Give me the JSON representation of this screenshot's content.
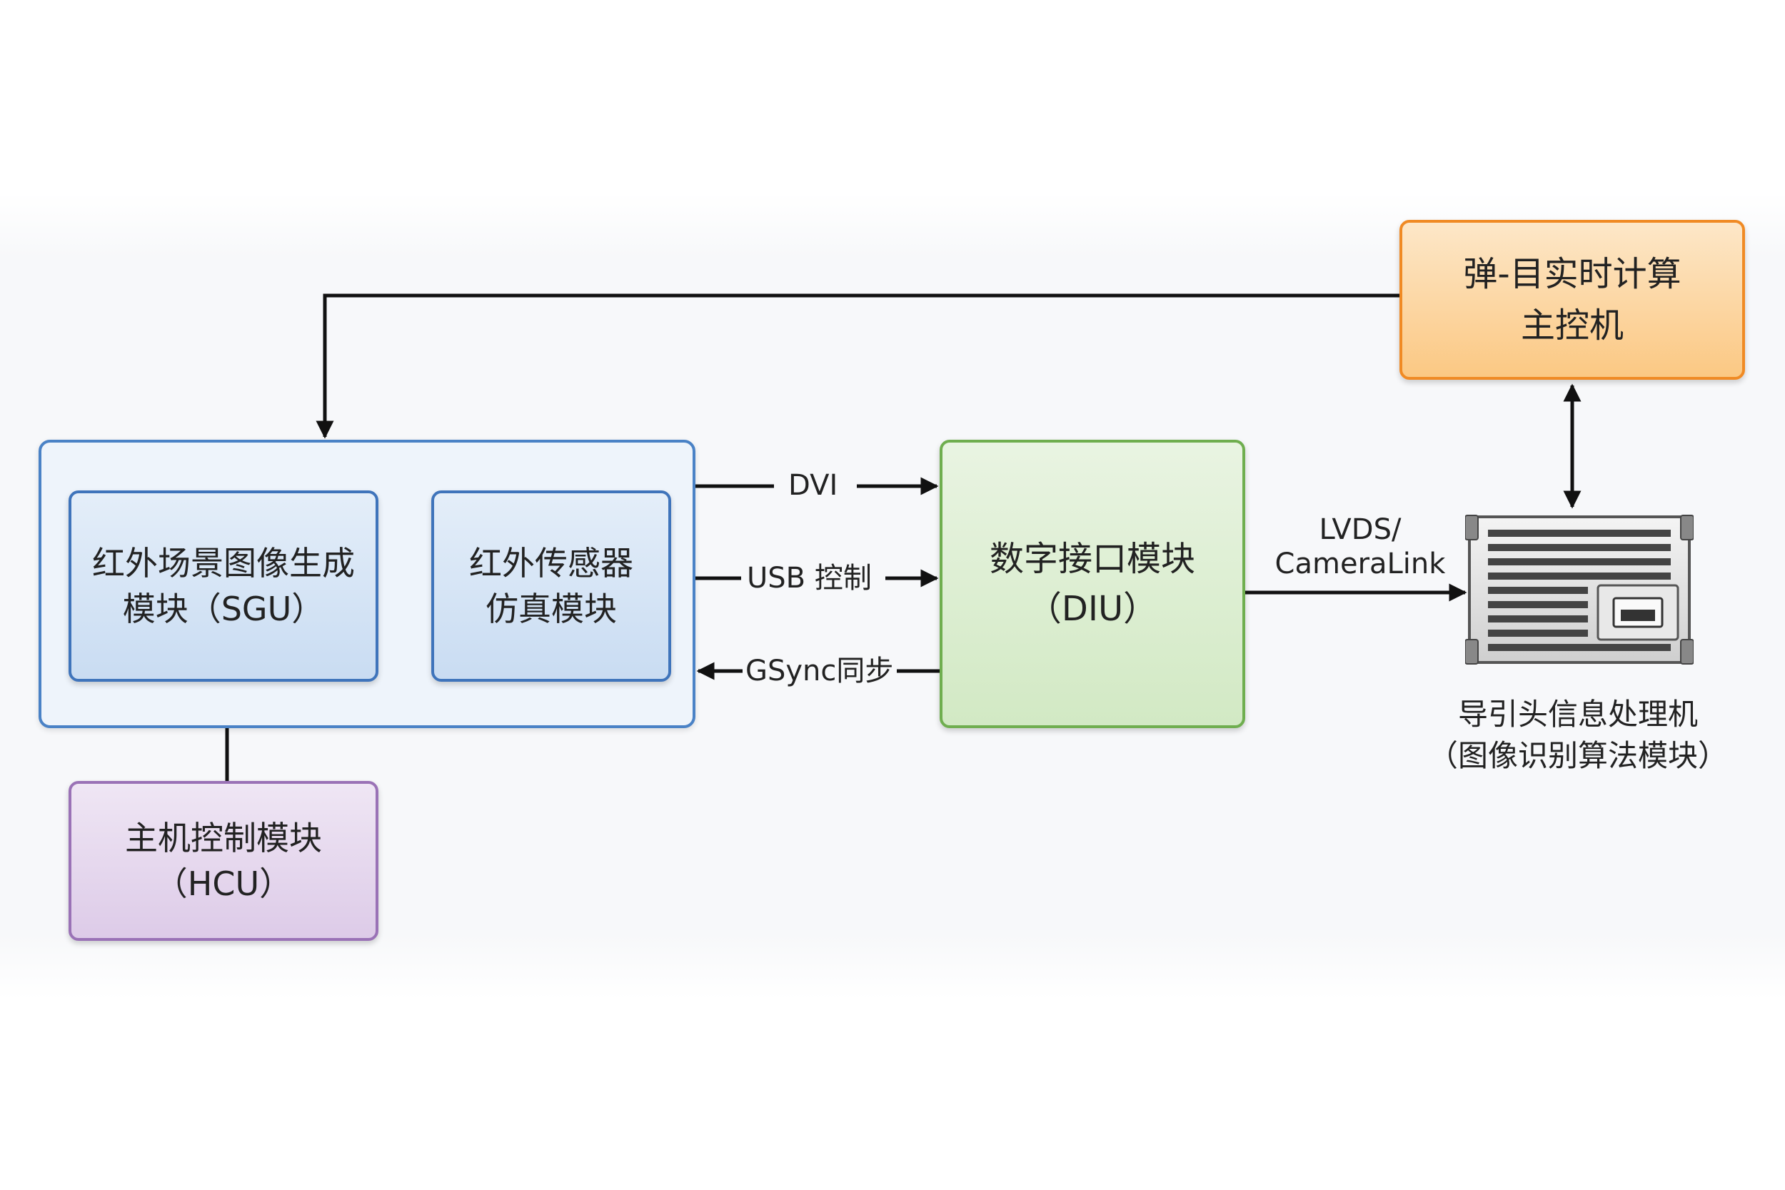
{
  "nodes": {
    "sgu": {
      "line1": "红外场景图像生成",
      "line2": "模块（SGU）"
    },
    "sensor": {
      "line1": "红外传感器",
      "line2": "仿真模块"
    },
    "diu": {
      "line1": "数字接口模块",
      "line2": "（DIU）"
    },
    "hcu": {
      "line1": "主机控制模块",
      "line2": "（HCU）"
    },
    "master": {
      "line1": "弹-目实时计算",
      "line2": "主控机"
    },
    "seeker": {
      "line1": "导引头信息处理机",
      "line2": "（图像识别算法模块）"
    }
  },
  "edges": {
    "dvi": "DVI",
    "usb": "USB 控制",
    "gsync": "GSync同步",
    "lvds_line1": "LVDS/",
    "lvds_line2": "CameraLink"
  },
  "colors": {
    "sgu_border": "#3f74bb",
    "diu_border": "#6fae4f",
    "hcu_border": "#9a72b6",
    "master_border": "#f08a24",
    "wire": "#111111"
  },
  "icons": {
    "seeker_device": "rack-server-icon"
  }
}
